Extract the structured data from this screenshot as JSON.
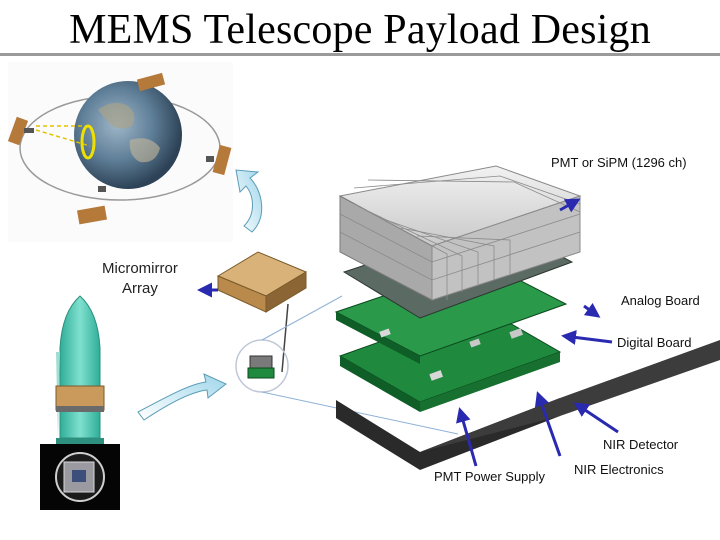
{
  "slide": {
    "title": "MEMS Telescope Payload Design"
  },
  "labels": {
    "micromirror_line1": "Micromirror",
    "micromirror_line2": "Array",
    "pmt_sipm": "PMT or SiPM (1296 ch)",
    "analog_board": "Analog Board",
    "digital_board": "Digital Board",
    "nir_detector": "NIR Detector",
    "nir_electronics": "NIR Electronics",
    "pmt_power_supply": "PMT Power Supply"
  },
  "colors": {
    "arrow_blue": "#2a2ab0",
    "cyan_arrow": "#bfe3f0",
    "pcb_green": "#1f8a3e",
    "nose_cone": "#4fc9b4",
    "mirror_box": "#c99a5c"
  }
}
